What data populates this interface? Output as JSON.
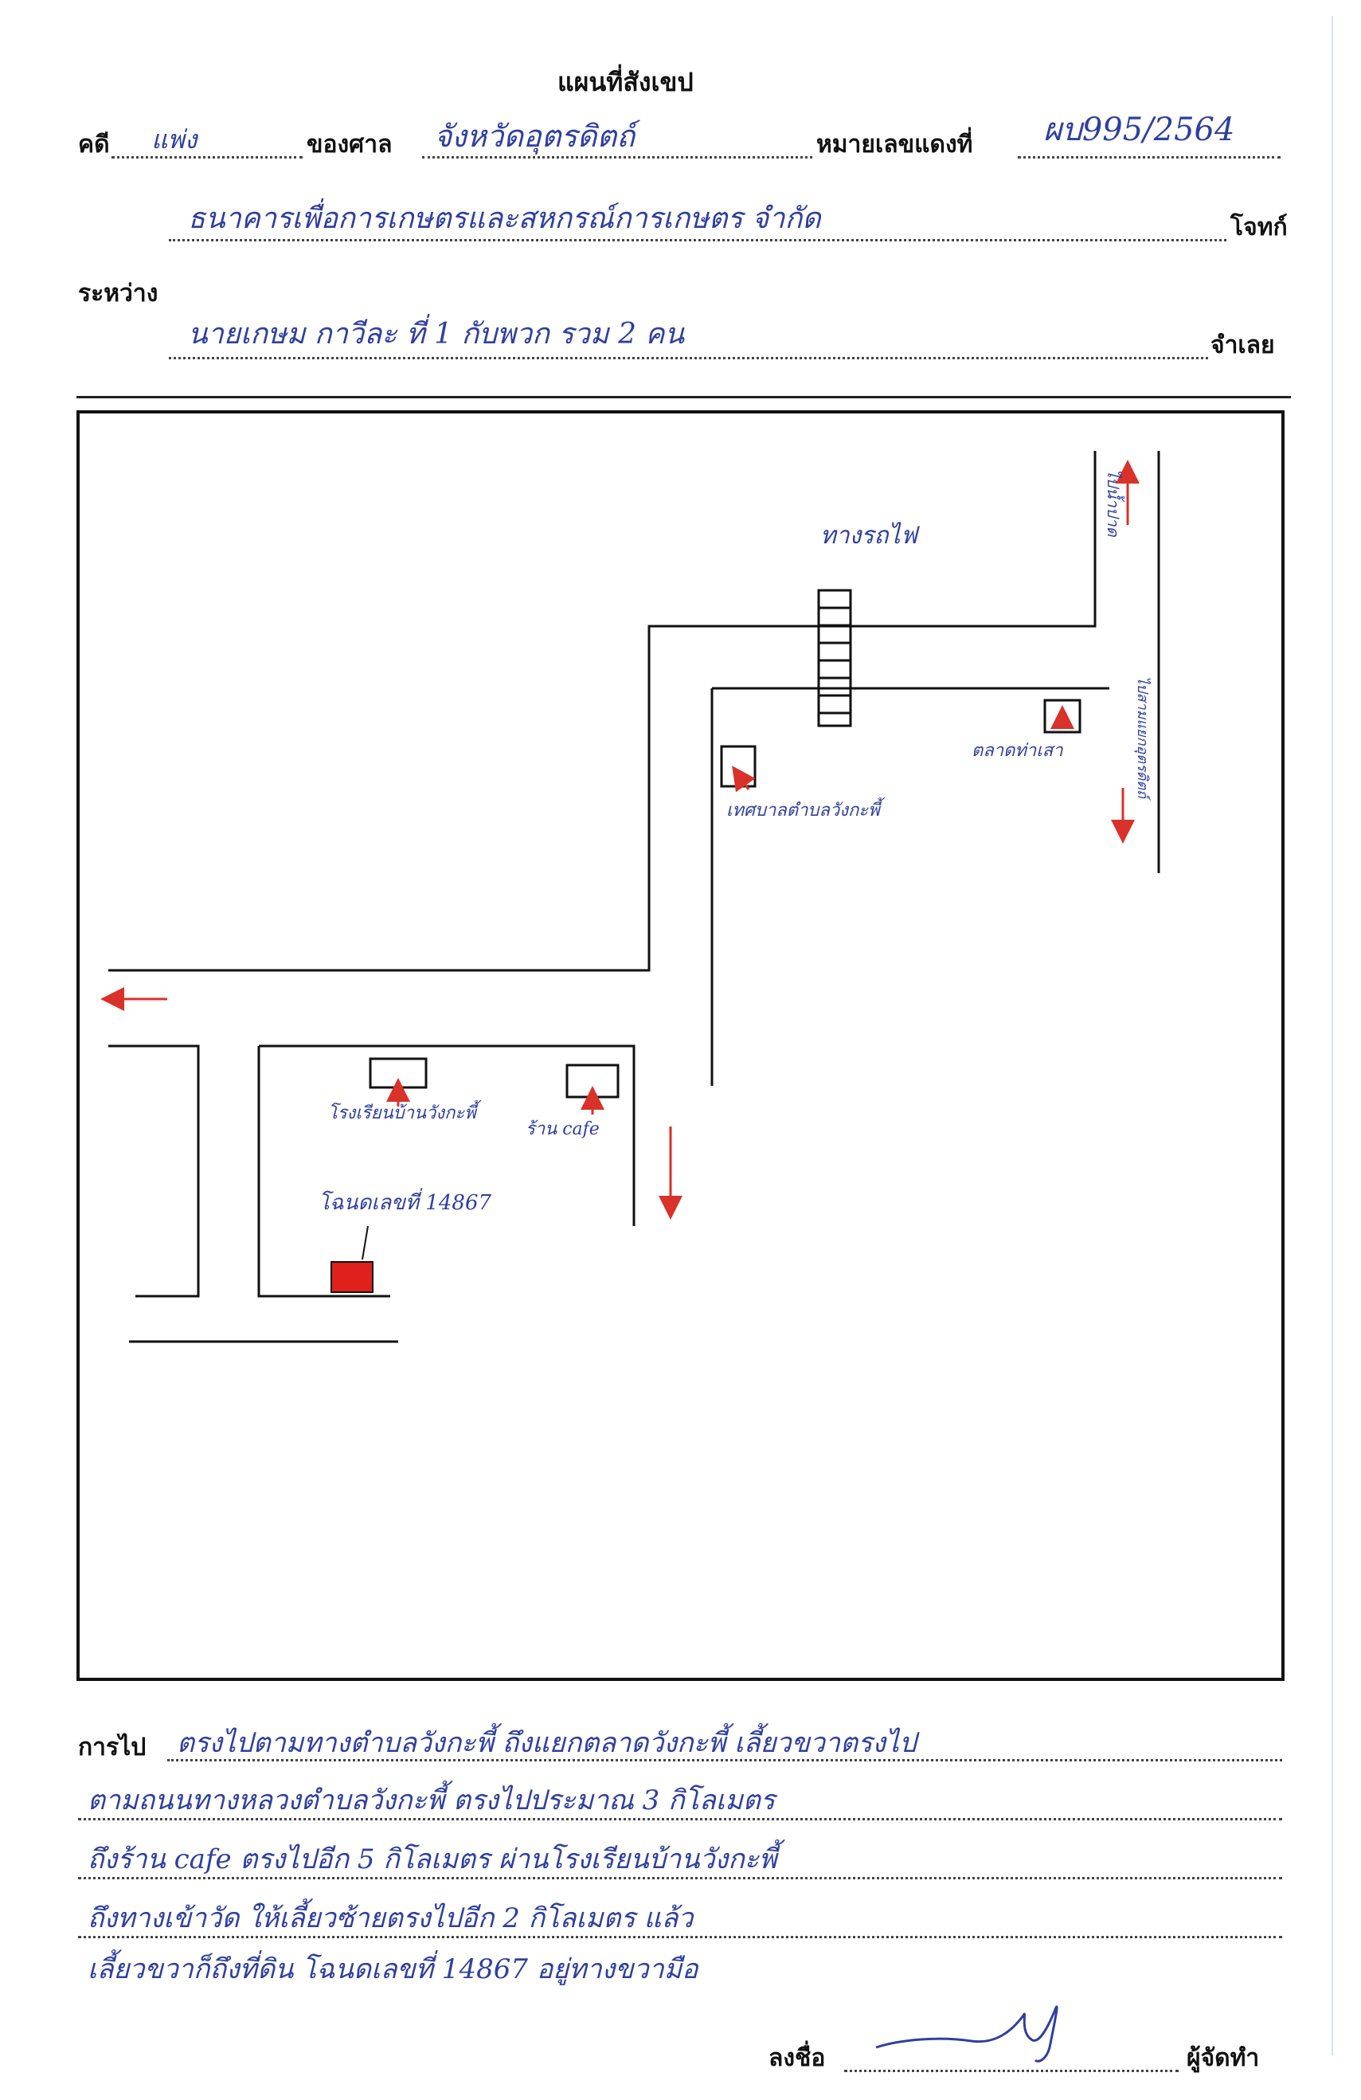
{
  "header": {
    "title": "แผนที่สังเขป",
    "case_label": "คดี",
    "case_value": "แพ่ง",
    "court_label": "ของศาล",
    "court_value": "จังหวัดอุตรดิตถ์",
    "red_no_label": "หมายเลขแดงที่",
    "red_no_value": "ผบ995/2564",
    "plaintiff_value": "ธนาคารเพื่อการเกษตรและสหกรณ์การเกษตร จำกัด",
    "plaintiff_label": "โจทก์",
    "between_label": "ระหว่าง",
    "defendant_value": "นายเกษม กาวีละ ที่ 1 กับพวก รวม 2 คน",
    "defendant_label": "จำเลย"
  },
  "map": {
    "labels": {
      "north_road": "ทางรถไฟ",
      "top_right_road": "ไปน้ำปาด",
      "right_road": "ไปสามแยกอุตรดิตถ์",
      "clinic": "ตลาดท่าเสา",
      "tambon_office": "เทศบาลตำบลวังกะพี้",
      "school": "โรงเรียนบ้านวังกะพี้",
      "cafe": "ร้าน cafe",
      "parcel": "โฉนดเลขที่ 14867"
    },
    "colors": {
      "ink": "#111111",
      "arrow": "#d8322a",
      "pen": "#2f3fa0",
      "parcel": "#e0201c"
    }
  },
  "directions": {
    "label": "การไป",
    "lines": [
      "ตรงไปตามทางตำบลวังกะพี้ ถึงแยกตลาดวังกะพี้ เลี้ยวขวาตรงไป",
      "ตามถนนทางหลวงตำบลวังกะพี้ ตรงไปประมาณ 3 กิโลเมตร",
      "ถึงร้าน cafe ตรงไปอีก 5 กิโลเมตร ผ่านโรงเรียนบ้านวังกะพี้",
      "ถึงทางเข้าวัด ให้เลี้ยวซ้ายตรงไปอีก 2 กิโลเมตร แล้ว",
      "เลี้ยวขวาก็ถึงที่ดิน โฉนดเลขที่ 14867 อยู่ทางขวามือ"
    ]
  },
  "signature": {
    "sign_label": "ลงชื่อ",
    "role_label": "ผู้จัดทำ"
  }
}
